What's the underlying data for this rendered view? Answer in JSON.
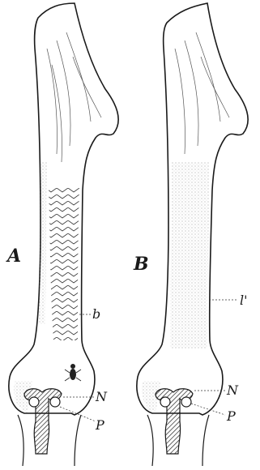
{
  "figure": {
    "panel_a": {
      "label": "A",
      "parts": {
        "b": "b",
        "N": "N",
        "P": "P"
      }
    },
    "panel_b": {
      "label": "B",
      "parts": {
        "l": "l'",
        "N": "N",
        "P": "P"
      }
    }
  },
  "colors": {
    "ink": "#1a1a1a",
    "paper": "#ffffff",
    "stipple": "#9a9a9a"
  }
}
